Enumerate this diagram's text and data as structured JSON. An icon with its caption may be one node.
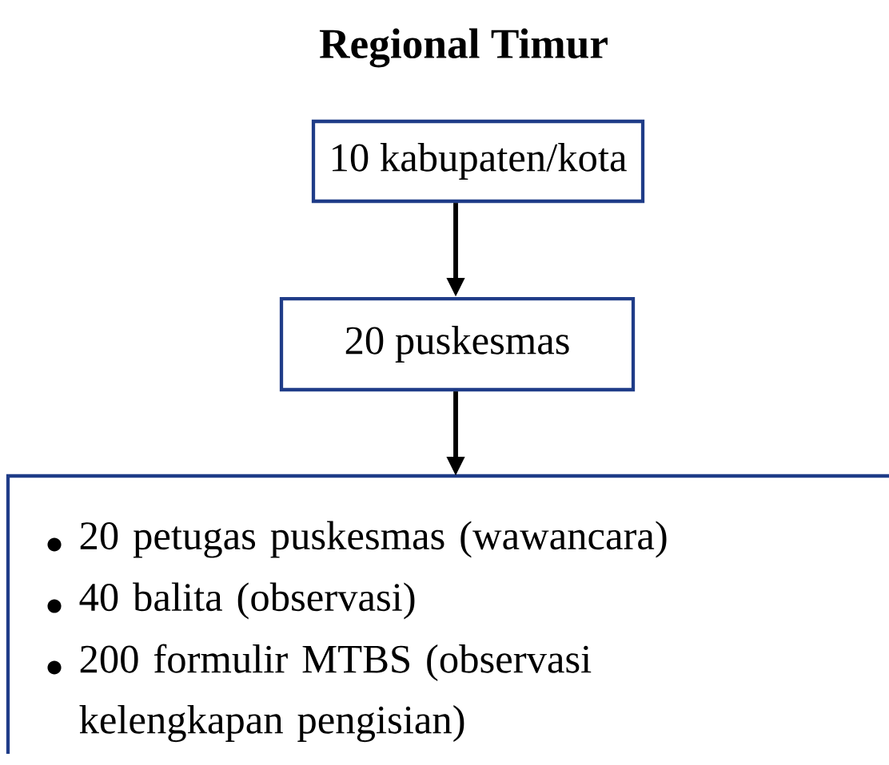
{
  "diagram": {
    "title": "Regional Timur",
    "nodes": [
      {
        "text": [
          "10 kabupaten/kota"
        ]
      },
      {
        "text": [
          "20 puskesmas"
        ]
      },
      {
        "text": [
          "20 petugas puskesmas (wawancara)",
          "40 balita (observasi)",
          "200 formulir MTBS (observasi kelengkapan pengisian)"
        ]
      }
    ],
    "edges": [
      {
        "from": 0,
        "to": 1,
        "arrow": "to"
      },
      {
        "from": 1,
        "to": 2,
        "arrow": "to"
      }
    ]
  }
}
